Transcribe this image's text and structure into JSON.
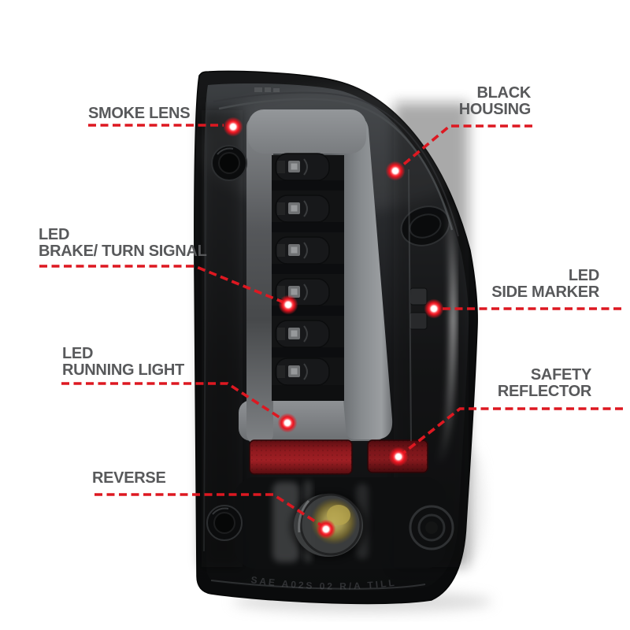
{
  "figure": {
    "kind": "annotated-product-diagram",
    "subject": "LED tail light, rear view",
    "background": "#ffffff"
  },
  "style": {
    "label_color": "#58595b",
    "leader_line_color": "#dd1821",
    "dot_core_color": "#ffffff",
    "housing_color": "#0c0d0e",
    "light_bar_color": "#8b8e91",
    "reflector_color": "#8f191e"
  },
  "callouts": [
    {
      "id": "smoke-lens",
      "text": "SMOKE LENS",
      "side": "left"
    },
    {
      "id": "black-housing",
      "text": "BLACK\nHOUSING",
      "side": "right"
    },
    {
      "id": "led-brake-turn-signal",
      "text": "LED\nBRAKE/ TURN SIGNAL",
      "side": "left"
    },
    {
      "id": "led-side-marker",
      "text": "LED\nSIDE MARKER",
      "side": "right"
    },
    {
      "id": "led-running-light",
      "text": "LED\nRUNNING LIGHT",
      "side": "left"
    },
    {
      "id": "safety-reflector",
      "text": "SAFETY\nREFLECTOR",
      "side": "right"
    },
    {
      "id": "reverse",
      "text": "REVERSE",
      "side": "left"
    }
  ],
  "lens_stamp": "SAE A02S 02 R/A TILL"
}
